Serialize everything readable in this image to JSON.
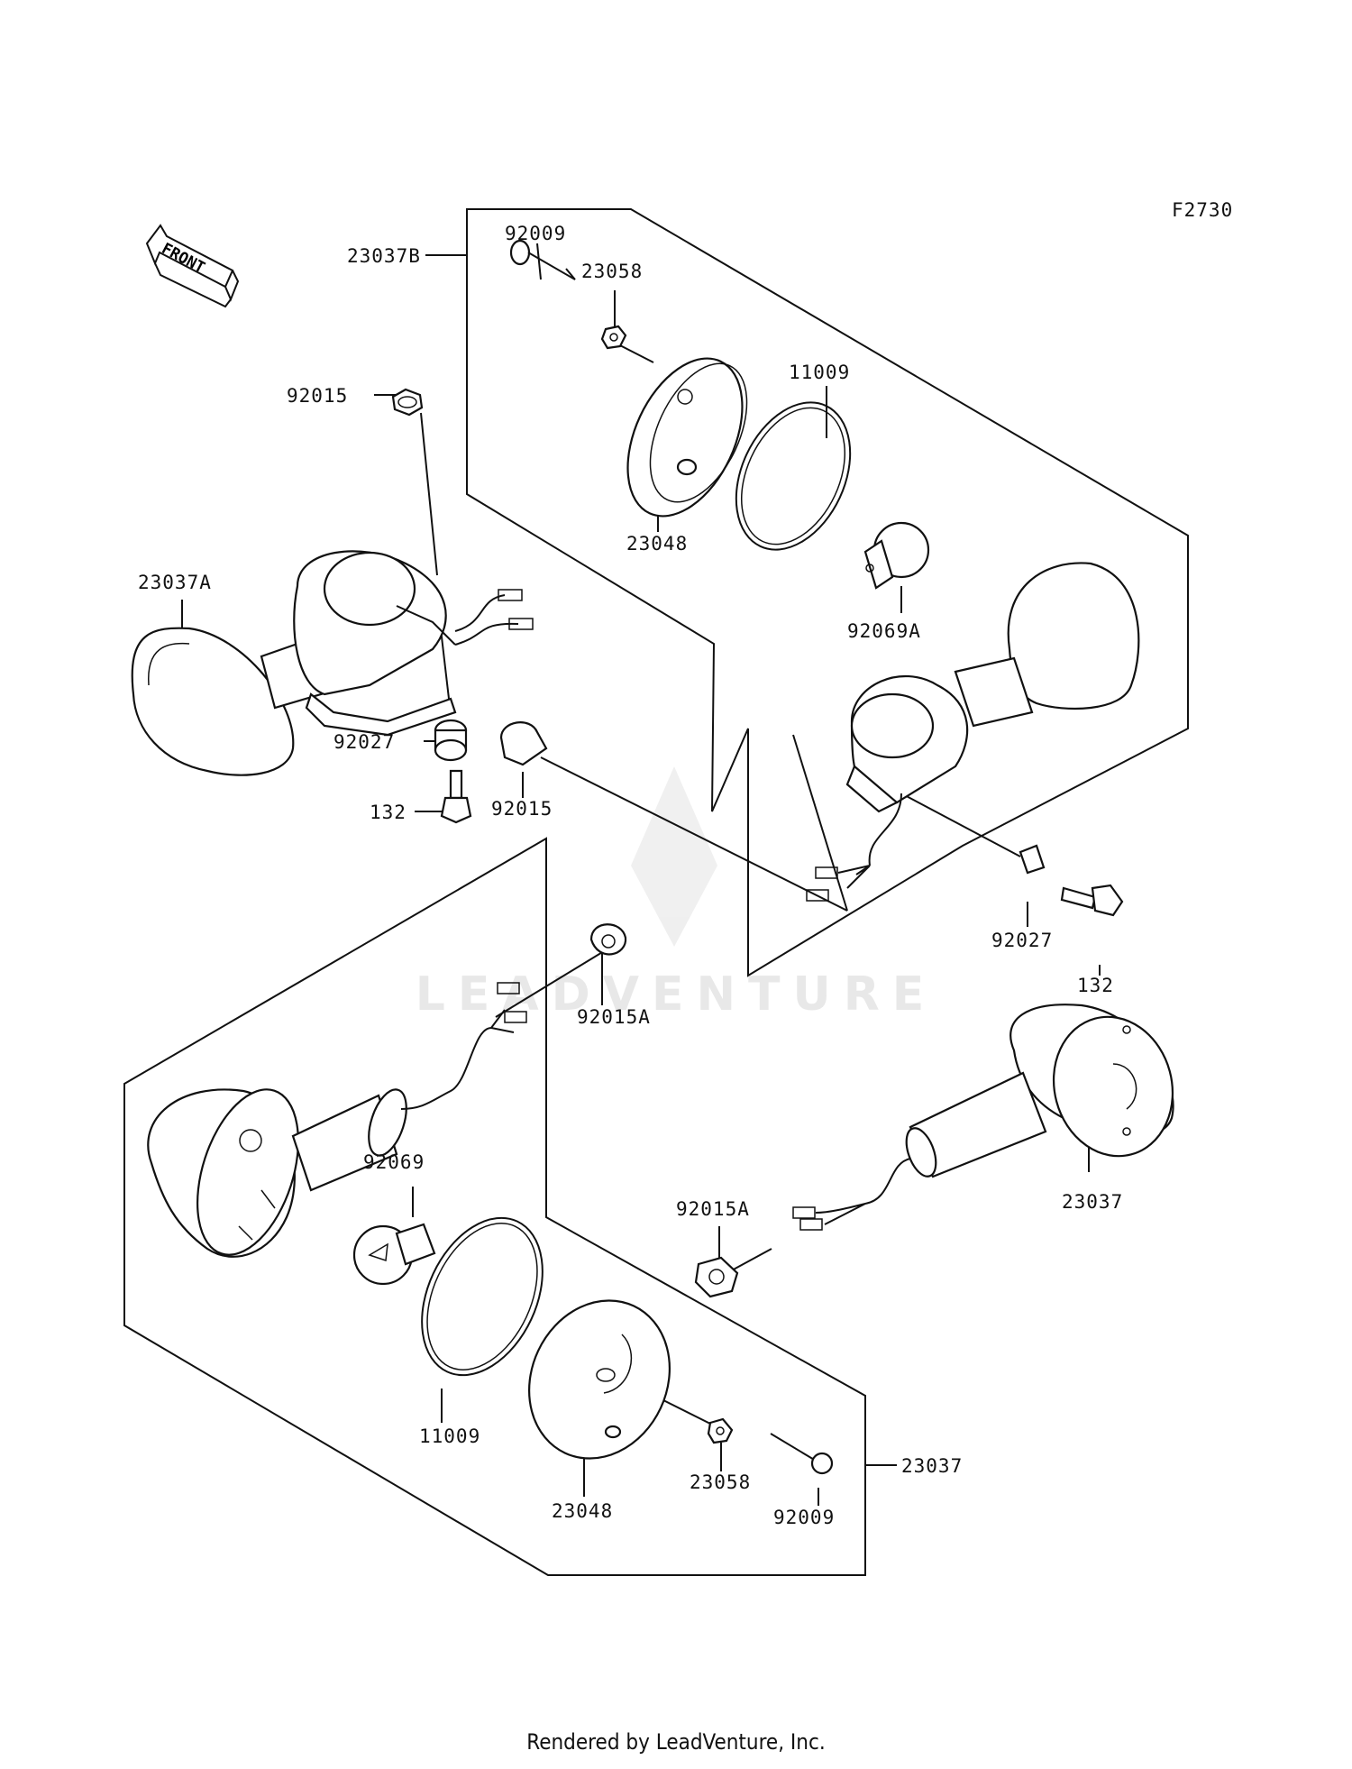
{
  "diagram": {
    "figure_id": "F2730",
    "front_arrow_label": "FRONT",
    "watermark": "LEADVENTURE",
    "footer": "Rendered by LeadVenture, Inc.",
    "labels": {
      "p92009_top": "92009",
      "p23058_top": "23058",
      "p23037B": "23037B",
      "p11009_top": "11009",
      "p92015_left": "92015",
      "p23048_top": "23048",
      "p23037A": "23037A",
      "p92069A": "92069A",
      "p92027_left": "92027",
      "p132_left": "132",
      "p92015_mid": "92015",
      "p92027_right": "92027",
      "p132_right": "132",
      "p92015A_mid": "92015A",
      "p92069": "92069",
      "p23037_right": "23037",
      "p92015A_low": "92015A",
      "p11009_low": "11009",
      "p23048_low": "23048",
      "p23058_low": "23058",
      "p92009_low": "92009",
      "p23037_low": "23037"
    }
  }
}
